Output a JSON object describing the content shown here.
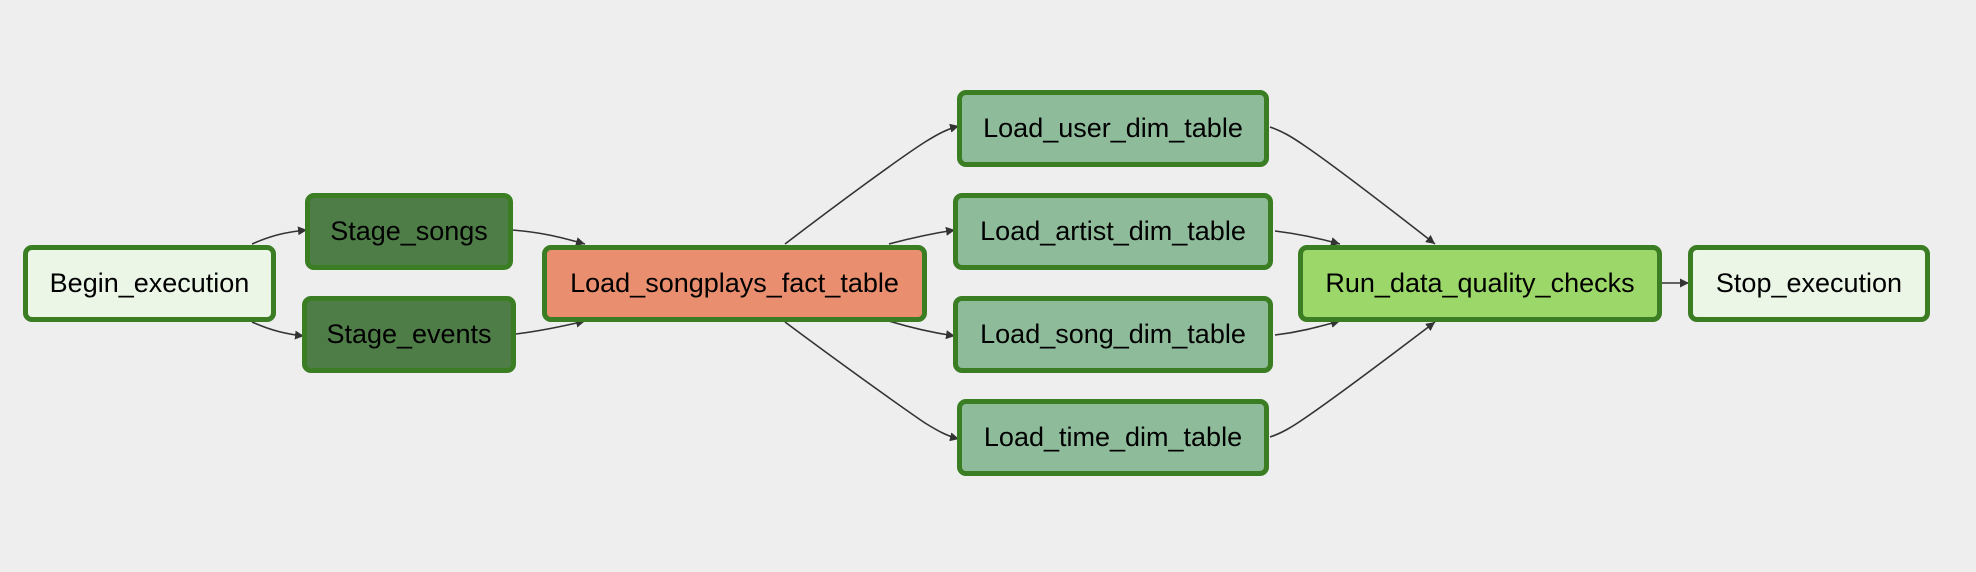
{
  "graph": {
    "nodes": [
      {
        "id": "begin_execution",
        "label": "Begin_execution",
        "color": "#ebf6e7"
      },
      {
        "id": "stage_songs",
        "label": "Stage_songs",
        "color": "#4e7d47"
      },
      {
        "id": "stage_events",
        "label": "Stage_events",
        "color": "#4e7d47"
      },
      {
        "id": "load_songplays_fact_table",
        "label": "Load_songplays_fact_table",
        "color": "#e98f6f"
      },
      {
        "id": "load_user_dim_table",
        "label": "Load_user_dim_table",
        "color": "#8ebc9b"
      },
      {
        "id": "load_artist_dim_table",
        "label": "Load_artist_dim_table",
        "color": "#8ebc9b"
      },
      {
        "id": "load_song_dim_table",
        "label": "Load_song_dim_table",
        "color": "#8ebc9b"
      },
      {
        "id": "load_time_dim_table",
        "label": "Load_time_dim_table",
        "color": "#8ebc9b"
      },
      {
        "id": "run_data_quality_checks",
        "label": "Run_data_quality_checks",
        "color": "#9cd769"
      },
      {
        "id": "stop_execution",
        "label": "Stop_execution",
        "color": "#ebf6e7"
      }
    ],
    "edges": [
      [
        "begin_execution",
        "stage_songs"
      ],
      [
        "begin_execution",
        "stage_events"
      ],
      [
        "stage_songs",
        "load_songplays_fact_table"
      ],
      [
        "stage_events",
        "load_songplays_fact_table"
      ],
      [
        "load_songplays_fact_table",
        "load_user_dim_table"
      ],
      [
        "load_songplays_fact_table",
        "load_artist_dim_table"
      ],
      [
        "load_songplays_fact_table",
        "load_song_dim_table"
      ],
      [
        "load_songplays_fact_table",
        "load_time_dim_table"
      ],
      [
        "load_user_dim_table",
        "run_data_quality_checks"
      ],
      [
        "load_artist_dim_table",
        "run_data_quality_checks"
      ],
      [
        "load_song_dim_table",
        "run_data_quality_checks"
      ],
      [
        "load_time_dim_table",
        "run_data_quality_checks"
      ],
      [
        "run_data_quality_checks",
        "stop_execution"
      ]
    ],
    "border_color": "#3a7d23",
    "edge_color": "#333333"
  }
}
